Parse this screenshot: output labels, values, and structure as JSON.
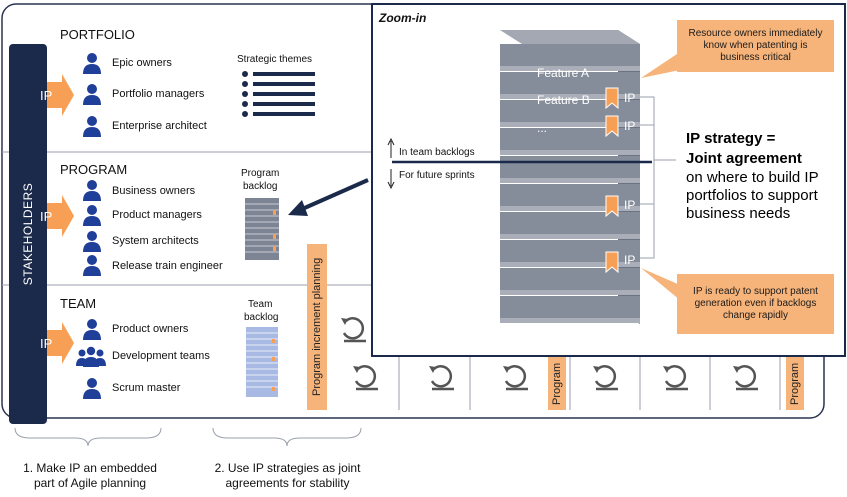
{
  "stakeholders_label": "STAKEHOLDERS",
  "ip_badge": "IP",
  "portfolio": {
    "title": "PORTFOLIO",
    "roles": [
      "Epic owners",
      "Portfolio managers",
      "Enterprise architect"
    ],
    "themes_label": "Strategic themes"
  },
  "program": {
    "title": "PROGRAM",
    "roles": [
      "Business owners",
      "Product managers",
      "System architects",
      "Release train engineer"
    ],
    "backlog_label_1": "Program",
    "backlog_label_2": "backlog"
  },
  "team": {
    "title": "TEAM",
    "roles": [
      "Product owners",
      "Development teams",
      "Scrum master"
    ],
    "backlog_label_1": "Team",
    "backlog_label_2": "backlog"
  },
  "pi_planning": "Program increment planning",
  "program_short": "Program",
  "zoom": {
    "title": "Zoom-in",
    "features": [
      "Feature A",
      "Feature B",
      "..."
    ],
    "ip_tag": "IP",
    "in_team_backlogs": "In team backlogs",
    "for_future_sprints": "For future sprints",
    "callout_top": "Resource owners immediately know when patenting is business critical",
    "callout_bottom": "IP is ready to support patent generation even if backlogs change rapidly",
    "strategy_title_1": "IP strategy =",
    "strategy_title_2": "Joint agreement",
    "strategy_body_1": "on where to build IP",
    "strategy_body_2": "portfolios to support",
    "strategy_body_3": "business needs"
  },
  "footnotes": {
    "one_line1": "1. Make IP an embedded",
    "one_line2": "part of Agile planning",
    "two_line1": "2. Use IP strategies as joint",
    "two_line2": "agreements for stability"
  },
  "colors": {
    "navy": "#1b2a4a",
    "blue": "#1f3f99",
    "orange": "#f7a055",
    "callout": "#f7b47a",
    "gray": "#8c929e"
  }
}
